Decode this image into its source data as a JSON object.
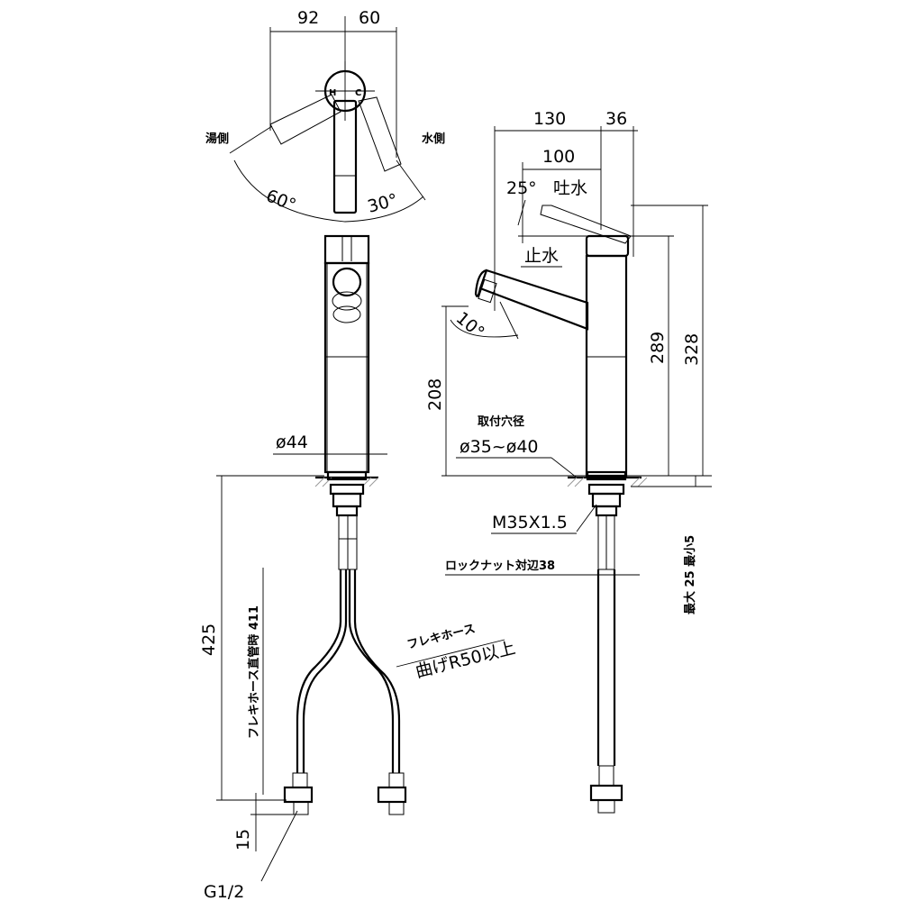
{
  "labels": {
    "dim_92": "92",
    "dim_60": "60",
    "hot_side": "湯側",
    "cold_side": "水側",
    "angle_60": "60°",
    "angle_30": "30°",
    "handle_h": "H",
    "handle_c": "C",
    "dim_130": "130",
    "dim_36": "36",
    "dim_100": "100",
    "angle_25": "25°",
    "water_out": "吐水",
    "water_stop": "止水",
    "angle_10": "10°",
    "dim_208": "208",
    "dim_289": "289",
    "dim_328": "328",
    "mount_hole_title": "取付穴径",
    "mount_hole_range": "ø35~ø40",
    "dia_44": "ø44",
    "thread": "M35X1.5",
    "locknut": "ロックナット対辺38",
    "max_thickness": "最大 25 最小5",
    "dim_425": "425",
    "hose_length": "フレキホース直管時 411",
    "flex_hose": "フレキホース",
    "bend_radius": "曲げR50以上",
    "dim_15": "15",
    "g_half": "G1/2"
  }
}
